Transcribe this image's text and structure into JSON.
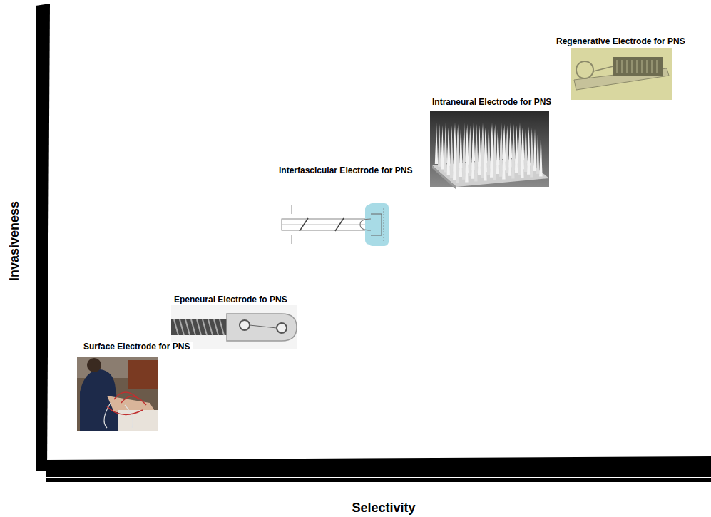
{
  "diagram": {
    "nodes": [
      {
        "text": [
          "Surface Electrode for PNS"
        ]
      },
      {
        "text": [
          "Epeneural Electrode fo PNS"
        ]
      },
      {
        "text": [
          "Interfascicular Electrode for PNS"
        ]
      },
      {
        "text": [
          "Intraneural Electrode for PNS"
        ]
      },
      {
        "text": [
          "Regenerative Electrode for PNS"
        ]
      }
    ],
    "labels": [
      "Invasiveness",
      "Selectivity"
    ]
  }
}
